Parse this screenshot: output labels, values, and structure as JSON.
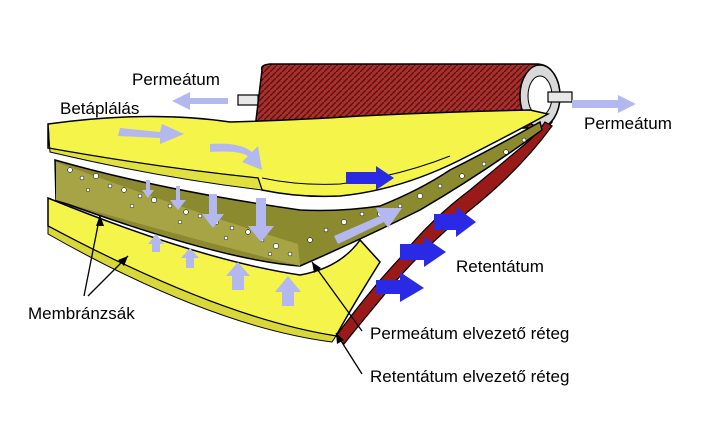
{
  "labels": {
    "permeate_top": "Permeátum",
    "permeate_right": "Permeátum",
    "feed": "Betáplálás",
    "retentate": "Retentátum",
    "membrane_pockets": "Membránzsák",
    "permeate_layer": "Permeátum elvezető réteg",
    "retentate_layer": "Retentátum elvezető réteg"
  },
  "colors": {
    "membrane": "#f4f44a",
    "spacer": "#8c8a2e",
    "tube": "#a8302c",
    "arrow_light": "#b4b8f0",
    "arrow_dark": "#2a2ae6",
    "retentate_layer": "#9a1a1a"
  }
}
